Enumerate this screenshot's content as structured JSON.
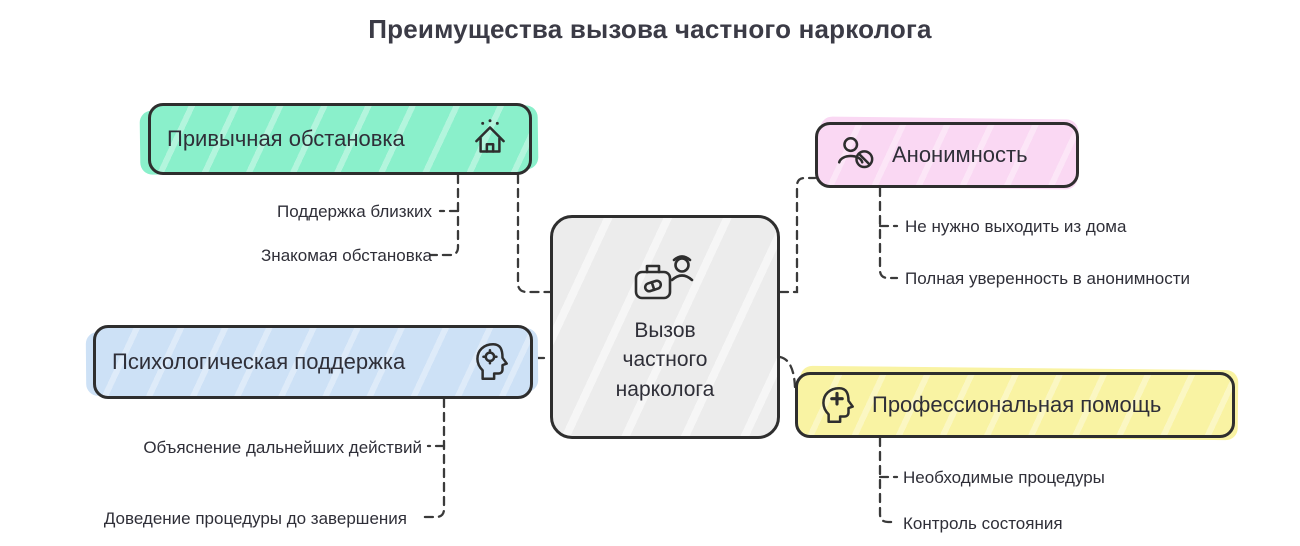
{
  "title": "Преимущества вызова частного нарколога",
  "center": {
    "label": "Вызов частного нарколога",
    "icon": "doctor-icon"
  },
  "branches": [
    {
      "id": "familiar-environment",
      "label": "Привычная обстановка",
      "icon": "house-icon",
      "color": "#8af0cb",
      "children": [
        "Поддержка близких",
        "Знакомая обстановка"
      ]
    },
    {
      "id": "anonymity",
      "label": "Анонимность",
      "icon": "anonymous-person-icon",
      "color": "#fad8f3",
      "children": [
        "Не нужно выходить из дома",
        "Полная уверенность в анонимности"
      ]
    },
    {
      "id": "psychological-support",
      "label": "Психологическая поддержка",
      "icon": "psychology-head-icon",
      "color": "#cde1f6",
      "children": [
        "Объяснение дальнейших действий",
        "Доведение процедуры до завершения"
      ]
    },
    {
      "id": "professional-help",
      "label": "Профессиональная помощь",
      "icon": "medical-help-icon",
      "color": "#f9f3a3",
      "children": [
        "Необходимые процедуры",
        "Контроль состояния"
      ]
    }
  ],
  "connector_style": {
    "color": "#3a3a3a",
    "style": "dashed"
  }
}
